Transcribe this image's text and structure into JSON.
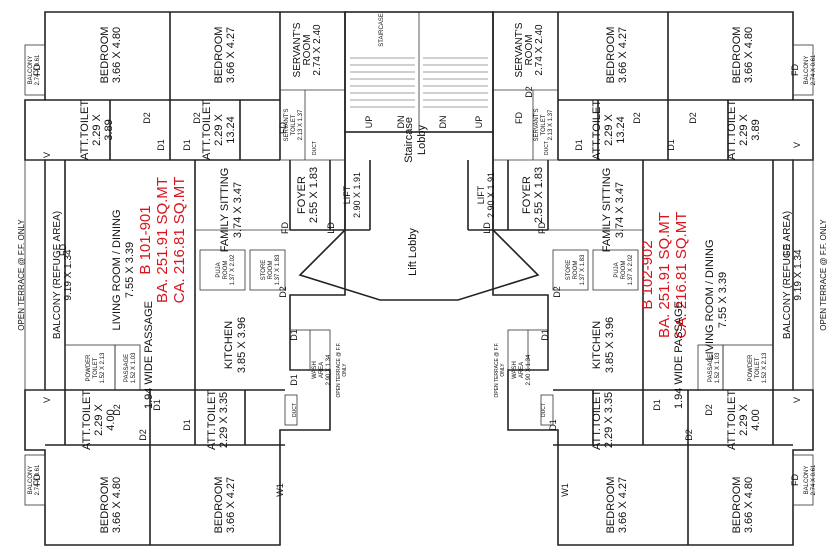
{
  "units": {
    "left": {
      "unit_no": "B 101-901",
      "ba": "BA. 251.91 SQ.MT",
      "ca": "CA. 216.81 SQ.MT"
    },
    "right": {
      "unit_no": "B 102-902",
      "ba": "BA. 251.91 SQ.MT",
      "ca": "CA. 216.81 SQ.MT"
    }
  },
  "rooms": {
    "bedroom_3660x480": {
      "name": "BEDROOM",
      "size": "3.66 X 4.80"
    },
    "bedroom_3660x427": {
      "name": "BEDROOM",
      "size": "3.66 X 4.27"
    },
    "toilet_389": {
      "name": "ATT.TOILET",
      "size_a": "2.29 X",
      "size_b": "3.89"
    },
    "toilet_1324": {
      "name": "ATT.TOILET",
      "size_a": "2.29 X",
      "size_b": "13.24"
    },
    "toilet_400": {
      "name": "ATT.TOILET",
      "size_a": "2.29 X",
      "size_b": "4.00"
    },
    "toilet_335": {
      "name": "ATT.TOILET",
      "size": "2.29 X 3.35"
    },
    "servant_room": {
      "name_a": "SERVANT'S",
      "name_b": "ROOM",
      "size": "2.74 X 2.40"
    },
    "servant_toilet": {
      "name_a": "SERVANT'S",
      "name_b": "TOILET",
      "size": "2.13 X 1.37"
    },
    "living": {
      "name": "LIVING ROOM / DINING",
      "size": "7.55  X 3.39"
    },
    "family": {
      "name": "FAMILY SITTING",
      "size": "3.74 X 3.47"
    },
    "foyer": {
      "name": "FOYER",
      "size": "2.55 X 1.83"
    },
    "lift": {
      "name": "LIFT",
      "size": "2.90 X 1.91"
    },
    "kitchen": {
      "name": "KITCHEN",
      "size": "3.85 X 3.96"
    },
    "balcony_refuge": {
      "name": "BALCONY (REFUGE AREA)",
      "size": "9.19 X 1.34"
    },
    "open_terrace": {
      "name": "OPEN TERRACE @ F.F. ONLY"
    },
    "wide_passage": {
      "name": "1.94 WIDE PASSAGE"
    },
    "pooja": {
      "name_a": "PUJA",
      "name_b": "ROOM",
      "size": "1.37 X 2.02"
    },
    "store": {
      "name_a": "STORE",
      "name_b": "ROOM",
      "size": "1.37 X 1.83"
    },
    "powder": {
      "name_a": "POWDER",
      "name_b": "TOILET",
      "size": "1.52 X 2.13"
    },
    "passage": {
      "name": "PASSAGE",
      "size": "1.52 X 1.03"
    },
    "wash_area": {
      "name_a": "WASH",
      "name_b": "AREA",
      "size": "2.90 X 1.34"
    },
    "open_terrace_small": {
      "name_a": "OPEN TERRACE @ F.F.",
      "name_b": "ONLY"
    },
    "balcony_small": {
      "name": "BALCONY",
      "size": "2.74 X 0.61"
    },
    "duct": {
      "name": "DUCT"
    }
  },
  "core": {
    "staircase": "STAIRCASE",
    "staircase_lobby_a": "Staircase",
    "staircase_lobby_b": "Lobby",
    "lift_lobby": "Lift Lobby",
    "up": "UP",
    "dn": "DN"
  },
  "door_tags": {
    "d1": "D1",
    "d2": "D2",
    "fd": "FD",
    "ld": "LD",
    "w1": "W1",
    "v": "V"
  }
}
